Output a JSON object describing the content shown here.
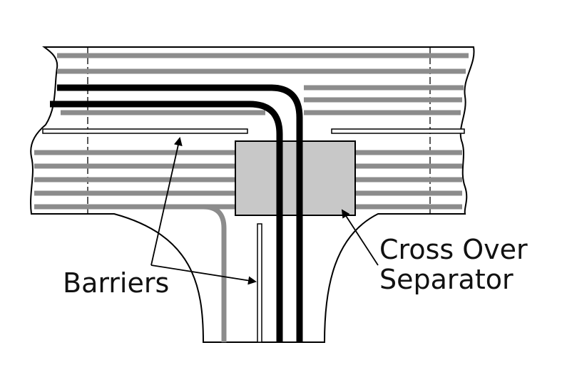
{
  "labels": {
    "barriers": "Barriers",
    "cross_over_line1": "Cross Over",
    "cross_over_line2": "Separator"
  },
  "colors": {
    "outline": "#000000",
    "gray_cable": "#8c8c8c",
    "black_cable": "#000000",
    "separator_fill": "#c8c8c8",
    "background": "#ffffff"
  }
}
